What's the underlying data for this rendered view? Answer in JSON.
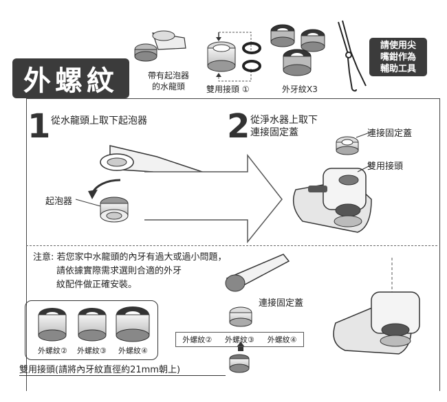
{
  "title": "外螺紋",
  "top_items": {
    "aerator_faucet": "帶有起泡器\n的水龍頭",
    "dual_adapter": "雙用接頭 ①",
    "male_thread_x3": "外牙紋X3"
  },
  "warning": "請使用尖\n嘴鉗作為\n輔助工具",
  "step1": {
    "number": "1",
    "text": "從水龍頭上取下起泡器",
    "label_aerator": "起泡器"
  },
  "step2": {
    "number": "2",
    "text": "從淨水器上取下\n連接固定蓋",
    "label_cap": "連接固定蓋",
    "label_adapter": "雙用接頭"
  },
  "note": {
    "line1": "注意: 若您家中水龍頭的內牙有過大或過小問題，",
    "line2": "請依據實際需求選則合適的外牙",
    "line3": "紋配件做正確安裝。"
  },
  "threads": [
    "外螺紋②",
    "外螺紋③",
    "外螺紋④"
  ],
  "thread_list": [
    "外螺紋②",
    "外螺紋③",
    "外螺紋④"
  ],
  "fix_cap_label": "連接固定蓋",
  "adapter_caption": "雙用接頭(請將內牙紋直徑約21mm朝上)"
}
